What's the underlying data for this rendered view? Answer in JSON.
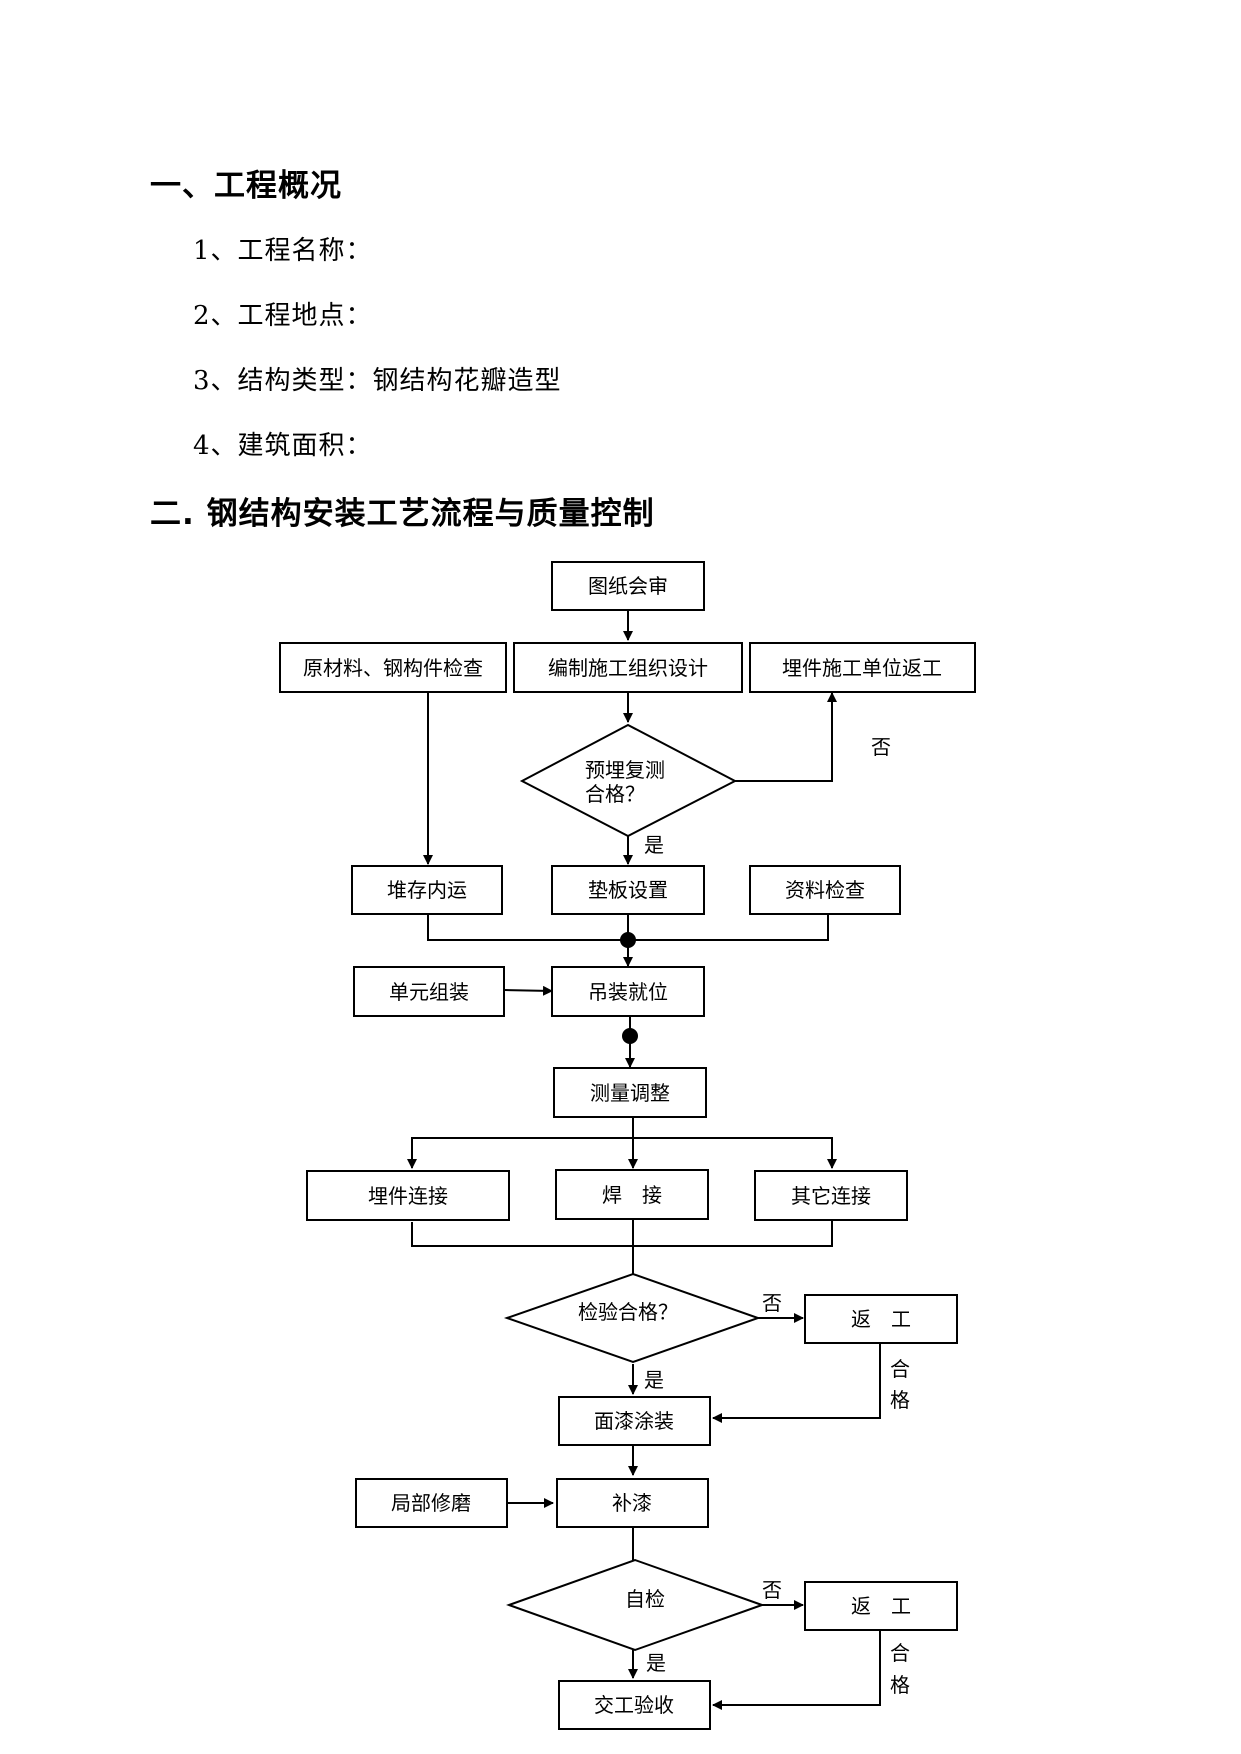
{
  "section1": {
    "title": "一、工程概况",
    "items": [
      "1、工程名称：",
      "2、工程地点：",
      "3、结构类型：钢结构花瓣造型",
      "4、建筑面积："
    ]
  },
  "section2": {
    "title": "二. 钢结构安装工艺流程与质量控制"
  },
  "flow": {
    "drawing_review": "图纸会审",
    "material_check": "原材料、钢构件检查",
    "org_design": "编制施工组织设计",
    "embed_rework": "埋件施工单位返工",
    "embed_recheck_1": "预埋复测",
    "embed_recheck_2": "合格？",
    "no_1": "否",
    "yes_1": "是",
    "storage": "堆存内运",
    "shim": "垫板设置",
    "doc_check": "资料检查",
    "unit_assembly": "单元组装",
    "hoisting": "吊装就位",
    "survey_adjust": "测量调整",
    "embed_connect": "埋件连接",
    "welding": "焊　接",
    "other_connect": "其它连接",
    "inspection": "检验合格？",
    "no_2": "否",
    "rework_1": "返　工",
    "qualified_1a": "合",
    "qualified_1b": "格",
    "yes_2": "是",
    "topcoat": "面漆涂装",
    "local_grind": "局部修磨",
    "touchup": "补漆",
    "self_check": "自检",
    "no_3": "否",
    "rework_2": "返　工",
    "qualified_2a": "合",
    "qualified_2b": "格",
    "yes_3": "是",
    "acceptance": "交工验收"
  }
}
